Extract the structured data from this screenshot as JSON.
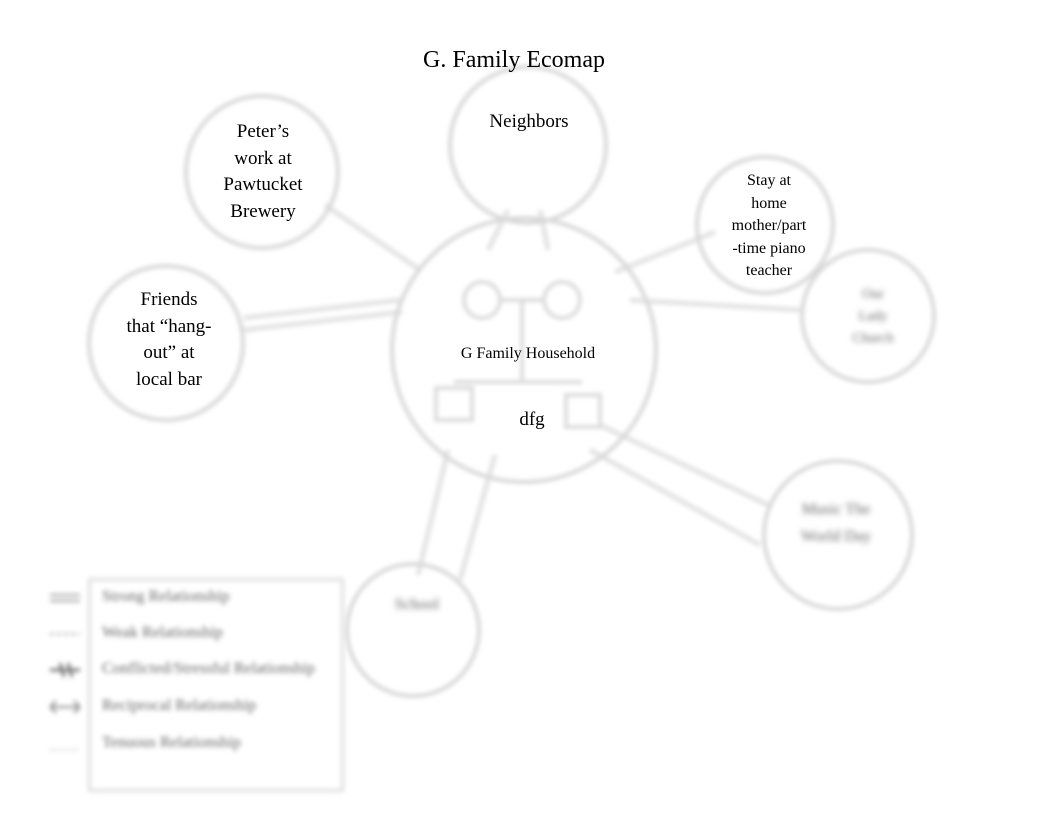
{
  "title": "G. Family Ecomap",
  "center": {
    "label": "G Family Household",
    "members_text": "dfg"
  },
  "nodes": {
    "peter_work": [
      "Peter’s",
      "work at",
      "Pawtucket",
      "Brewery"
    ],
    "neighbors": [
      "Neighbors"
    ],
    "stay_home": [
      "Stay at",
      "home",
      "mother/part",
      "-time piano",
      "teacher"
    ],
    "friends": [
      "Friends",
      "that “hang-",
      "out” at",
      "local bar"
    ],
    "church": [
      "Our",
      "Lady",
      "Church"
    ],
    "music": [
      "Music The",
      "World Day"
    ],
    "school": [
      "School"
    ]
  },
  "legend": [
    "Strong Relationship",
    "Weak Relationship",
    "Conflicted/Stressful Relationship",
    "Reciprocal Relationship",
    "Tenuous Relationship"
  ],
  "colors": {
    "circle_stroke": "#d9d9d9",
    "line_stroke": "#e2e2e2",
    "text": "#000000",
    "blurred_text": "#666666"
  }
}
